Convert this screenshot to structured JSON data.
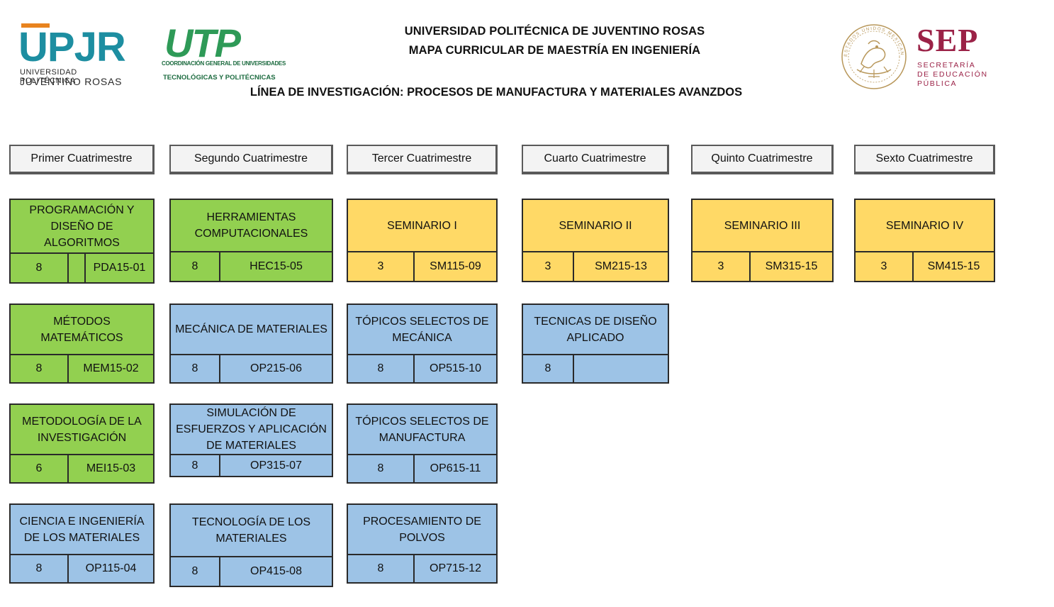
{
  "header": {
    "line1": "UNIVERSIDAD POLITÉCNICA DE JUVENTINO ROSAS",
    "line2": "MAPA CURRICULAR DE MAESTRÍA EN INGENIERÍA",
    "line3": "LÍNEA DE INVESTIGACIÓN: PROCESOS DE MANUFACTURA Y MATERIALES AVANZDOS"
  },
  "logos": {
    "upjr": {
      "mark": "UPJR",
      "sub1": "UNIVERSIDAD POLITÉCNICA",
      "sub2": "JUVENTINO ROSAS"
    },
    "utp": {
      "mark": "UTP",
      "sub1": "COORDINACIÓN GENERAL DE UNIVERSIDADES",
      "sub2": "TECNOLÓGICAS Y POLITÉCNICAS"
    },
    "sep": {
      "mark": "SEP",
      "sub1": "SECRETARÍA",
      "sub2": "DE EDUCACIÓN",
      "sub3": "PÚBLICA",
      "seal_text": "ESTADOS UNIDOS MEXICANOS"
    }
  },
  "colors": {
    "green": "#92d050",
    "yellow": "#ffd966",
    "blue": "#9dc3e6",
    "upjr_teal": "#1d8ea1",
    "upjr_orange": "#e8831f",
    "utp_green": "#2e9a57",
    "sep_wine": "#9b2247",
    "seal_gold": "#b8975a"
  },
  "semesters": [
    "Primer Cuatrimestre",
    "Segundo Cuatrimestre",
    "Tercer Cuatrimestre",
    "Cuarto Cuatrimestre",
    "Quinto Cuatrimestre",
    "Sexto Cuatrimestre"
  ],
  "courses": {
    "s1": [
      {
        "name": "PROGRAMACIÓN Y DISEÑO DE ALGORITMOS",
        "credits": "8",
        "extra": "",
        "code": "PDA15-01",
        "color": "green"
      },
      {
        "name": "MÉTODOS MATEMÁTICOS",
        "credits": "8",
        "code": "MEM15-02",
        "color": "green"
      },
      {
        "name": "METODOLOGÍA DE LA INVESTIGACIÓN",
        "credits": "6",
        "code": "MEI15-03",
        "color": "green"
      },
      {
        "name": "CIENCIA E INGENIERÍA DE LOS MATERIALES",
        "credits": "8",
        "code": "OP115-04",
        "color": "blue"
      }
    ],
    "s2": [
      {
        "name": "HERRAMIENTAS COMPUTACIONALES",
        "credits": "8",
        "code": "HEC15-05",
        "color": "green"
      },
      {
        "name": "MECÁNICA DE MATERIALES",
        "credits": "8",
        "code": "OP215-06",
        "color": "blue"
      },
      {
        "name": "SIMULACIÓN DE ESFUERZOS Y APLICACIÓN DE MATERIALES",
        "credits": "8",
        "code": "OP315-07",
        "color": "blue"
      },
      {
        "name": "TECNOLOGÍA DE LOS MATERIALES",
        "credits": "8",
        "code": "OP415-08",
        "color": "blue"
      }
    ],
    "s3": [
      {
        "name": "SEMINARIO I",
        "credits": "3",
        "code": "SM115-09",
        "color": "yellow"
      },
      {
        "name": "TÓPICOS SELECTOS DE MECÁNICA",
        "credits": "8",
        "code": "OP515-10",
        "color": "blue"
      },
      {
        "name": "TÓPICOS SELECTOS DE MANUFACTURA",
        "credits": "8",
        "code": "OP615-11",
        "color": "blue"
      },
      {
        "name": "PROCESAMIENTO DE POLVOS",
        "credits": "8",
        "code": "OP715-12",
        "color": "blue"
      }
    ],
    "s4": [
      {
        "name": "SEMINARIO II",
        "credits": "3",
        "code": "SM215-13",
        "color": "yellow"
      },
      {
        "name": "TECNICAS DE DISEÑO APLICADO",
        "credits": "8",
        "code": "",
        "color": "blue"
      }
    ],
    "s5": [
      {
        "name": "SEMINARIO III",
        "credits": "3",
        "code": "SM315-15",
        "color": "yellow"
      }
    ],
    "s6": [
      {
        "name": "SEMINARIO IV",
        "credits": "3",
        "code": "SM415-15",
        "color": "yellow"
      }
    ]
  }
}
